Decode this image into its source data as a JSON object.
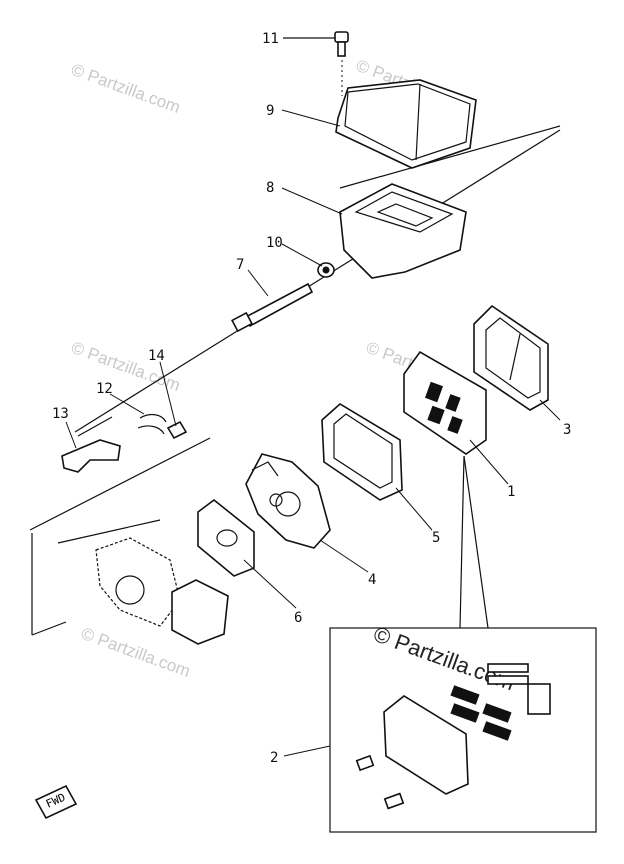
{
  "diagram": {
    "callouts": [
      "1",
      "2",
      "3",
      "4",
      "5",
      "6",
      "7",
      "8",
      "9",
      "10",
      "11",
      "12",
      "13",
      "14"
    ],
    "watermark": "© Partzilla.com",
    "fwd_label": "FWD"
  }
}
